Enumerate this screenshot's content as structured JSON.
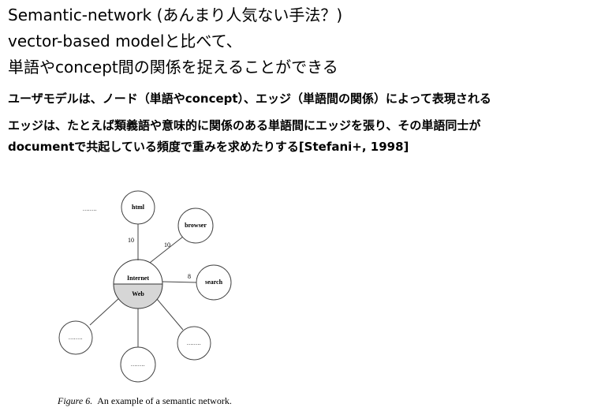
{
  "heading": {
    "line1": "Semantic-network (あんまり人気ない手法？)",
    "line2": "vector-based modelと比べて、",
    "line3": "単語やconcept間の関係を捉えることができる"
  },
  "body": {
    "line1": "ユーザモデルは、ノード（単語やconcept）、エッジ（単語間の関係）によって表現される",
    "line2": "エッジは、たとえば類義語や意味的に関係のある単語間にエッジを張り、その単語同士が",
    "line3": "documentで共起している頻度で重みを求めたりする[Stefani+, 1998]"
  },
  "figure": {
    "center_top_label": "Internet",
    "center_bottom_label": "Web",
    "nodes": {
      "html": "html",
      "browser": "browser",
      "search": "search",
      "placeholder": "........"
    },
    "edge_weights": {
      "html": "10",
      "browser": "10",
      "search": "8"
    },
    "caption_label": "Figure 6.",
    "caption_text": "An example of a semantic network."
  }
}
